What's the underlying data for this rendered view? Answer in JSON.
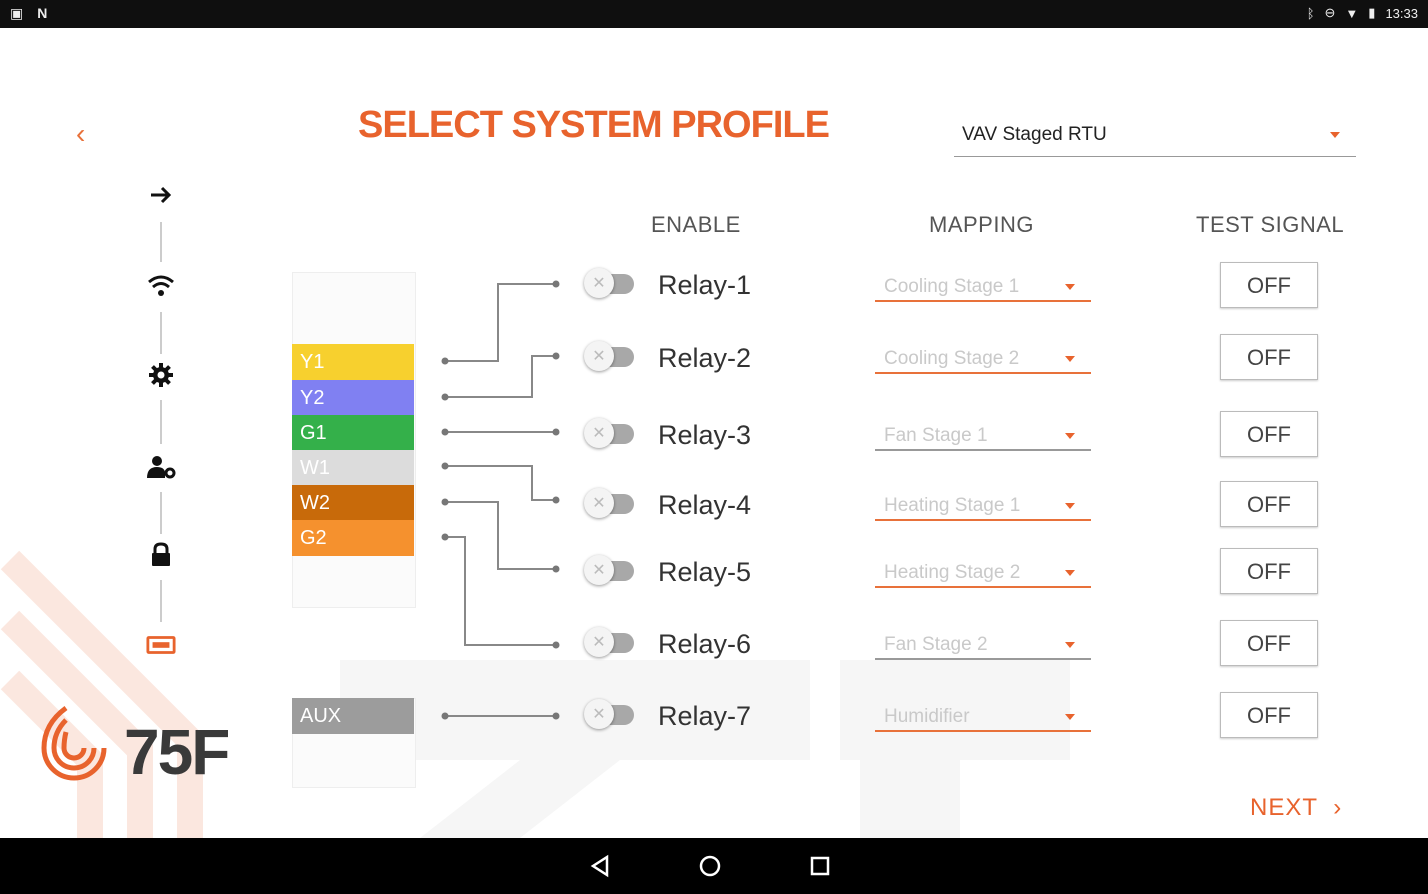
{
  "status_bar": {
    "time": "13:33"
  },
  "title": "SELECT SYSTEM PROFILE",
  "profile_select": {
    "value": "VAV Staged RTU"
  },
  "headers": {
    "enable": "ENABLE",
    "mapping": "MAPPING",
    "test_signal": "TEST SIGNAL"
  },
  "wires": [
    {
      "label": "Y1",
      "color": "#f7d02e"
    },
    {
      "label": "Y2",
      "color": "#8080f2"
    },
    {
      "label": "G1",
      "color": "#34b04a"
    },
    {
      "label": "W1",
      "color": "#dcdcdc"
    },
    {
      "label": "W2",
      "color": "#c86a0a"
    },
    {
      "label": "G2",
      "color": "#f5912e"
    },
    {
      "label": "AUX",
      "color": "#9c9c9c"
    }
  ],
  "relays": [
    {
      "label": "Relay-1",
      "mapping": "Cooling Stage 1",
      "mapping_underline": "#e8713a",
      "test": "OFF",
      "enabled": false
    },
    {
      "label": "Relay-2",
      "mapping": "Cooling Stage 2",
      "mapping_underline": "#e8713a",
      "test": "OFF",
      "enabled": false
    },
    {
      "label": "Relay-3",
      "mapping": "Fan Stage 1",
      "mapping_underline": "#999999",
      "test": "OFF",
      "enabled": false
    },
    {
      "label": "Relay-4",
      "mapping": "Heating Stage 1",
      "mapping_underline": "#e8713a",
      "test": "OFF",
      "enabled": false
    },
    {
      "label": "Relay-5",
      "mapping": "Heating Stage 2",
      "mapping_underline": "#e8713a",
      "test": "OFF",
      "enabled": false
    },
    {
      "label": "Relay-6",
      "mapping": "Fan Stage 2",
      "mapping_underline": "#999999",
      "test": "OFF",
      "enabled": false
    },
    {
      "label": "Relay-7",
      "mapping": "Humidifier",
      "mapping_underline": "#e8713a",
      "test": "OFF",
      "enabled": false
    }
  ],
  "next_label": "NEXT",
  "brand": {
    "logo_text": "75F",
    "accent": "#e8632d"
  },
  "stepper_icons": [
    "arrow-right-icon",
    "wifi-icon",
    "gear-icon",
    "user-settings-icon",
    "lock-icon",
    "equipment-icon"
  ]
}
